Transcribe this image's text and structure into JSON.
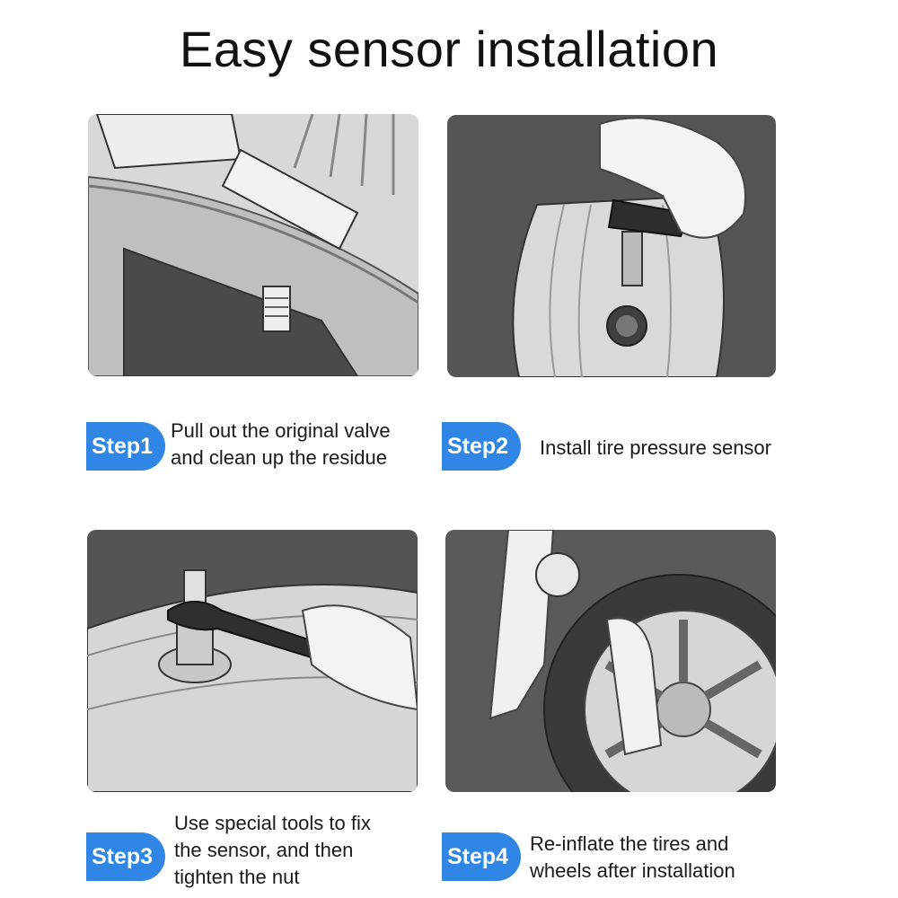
{
  "title": "Easy sensor installation",
  "steps": [
    {
      "badge": "Step1",
      "lines": [
        "Pull out the original valve",
        "and clean up the residue"
      ]
    },
    {
      "badge": "Step2",
      "lines": [
        "Install tire pressure sensor"
      ]
    },
    {
      "badge": "Step3",
      "lines": [
        "Use special tools to fix",
        "the sensor, and then",
        "tighten the nut"
      ]
    },
    {
      "badge": "Step4",
      "lines": [
        "Re-inflate the tires and",
        "wheels after installation"
      ]
    }
  ],
  "colors": {
    "badge": "#2f86e4",
    "panel_bg": "#dcdcdc",
    "dark": "#444444"
  }
}
